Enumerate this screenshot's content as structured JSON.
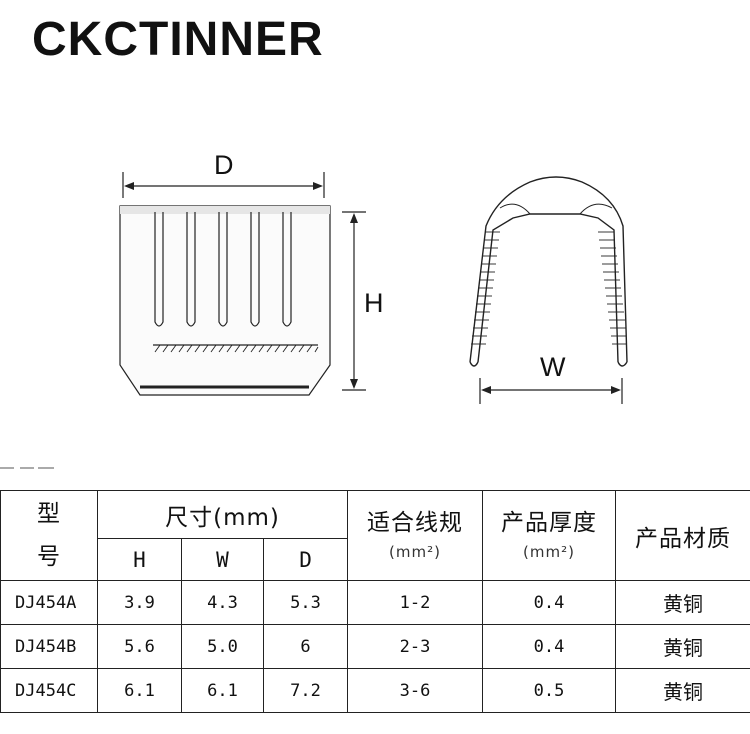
{
  "brand": "CKCTINNER",
  "drawing": {
    "label_d": "D",
    "label_h": "H",
    "label_w": "W"
  },
  "table": {
    "header": {
      "model_top": "型",
      "model_bottom": "号",
      "size": "尺寸(mm)",
      "h": "H",
      "w": "W",
      "d": "D",
      "wire_spec": "适合线规",
      "wire_spec_unit": "(mm²)",
      "thickness": "产品厚度",
      "thickness_unit": "(mm²)",
      "material": "产品材质"
    },
    "rows": [
      {
        "model": "DJ454A",
        "h": "3.9",
        "w": "4.3",
        "d": "5.3",
        "wire": "1-2",
        "thickness": "0.4",
        "material": "黄铜"
      },
      {
        "model": "DJ454B",
        "h": "5.6",
        "w": "5.0",
        "d": "6",
        "wire": "2-3",
        "thickness": "0.4",
        "material": "黄铜"
      },
      {
        "model": "DJ454C",
        "h": "6.1",
        "w": "6.1",
        "d": "7.2",
        "wire": "3-6",
        "thickness": "0.5",
        "material": "黄铜"
      }
    ]
  }
}
